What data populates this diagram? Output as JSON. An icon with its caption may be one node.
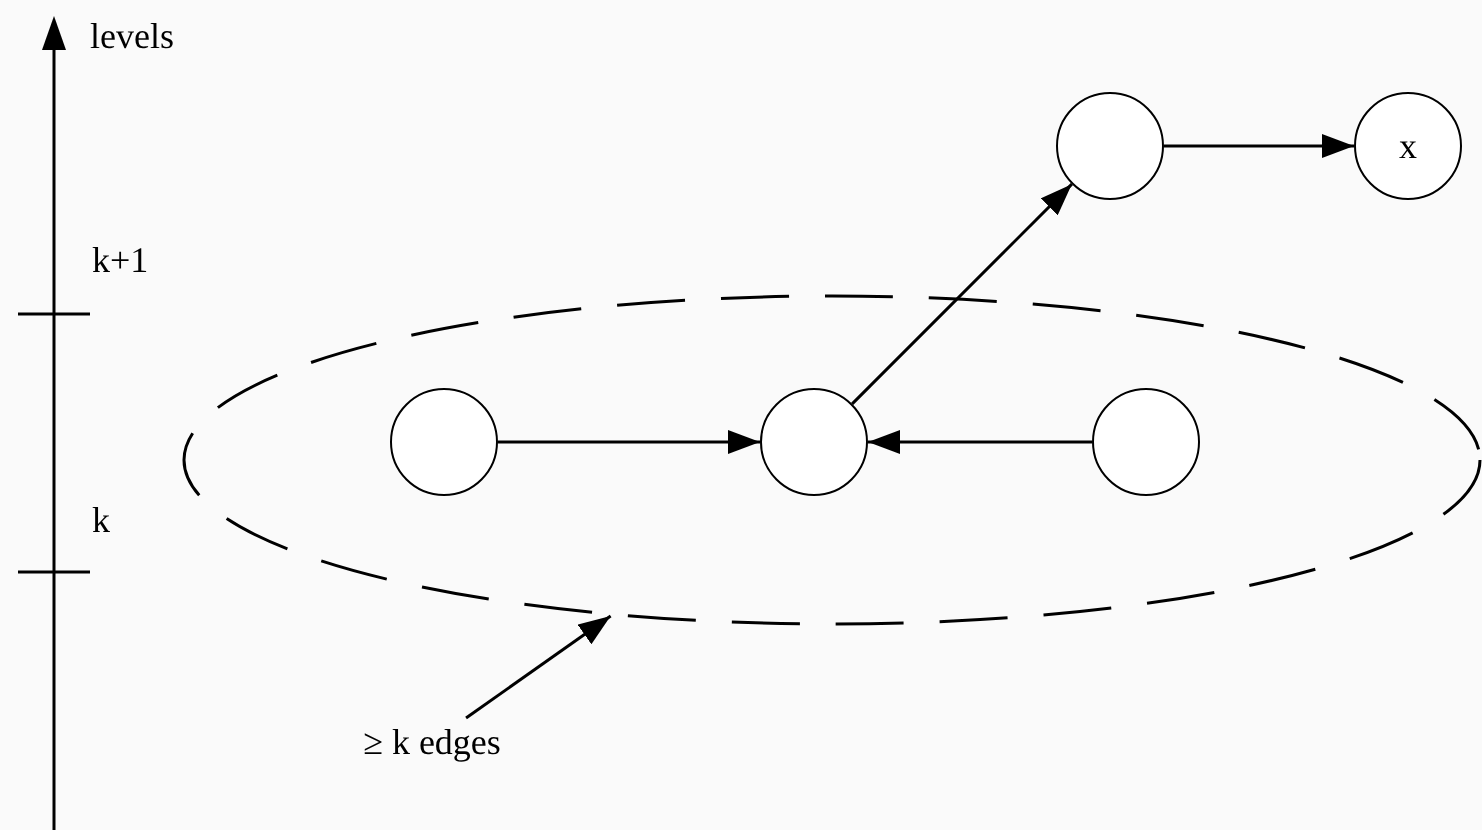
{
  "diagram": {
    "nodes": [
      {
        "text": [],
        "shape": "ellipse"
      },
      {
        "text": [],
        "shape": "circle",
        "in": 0
      },
      {
        "text": [],
        "shape": "circle",
        "in": 0
      },
      {
        "text": [],
        "shape": "circle",
        "in": 0
      },
      {
        "text": [],
        "shape": "circle"
      },
      {
        "text": [
          "x"
        ]
      },
      {
        "text": [
          "≥ k edges"
        ]
      }
    ],
    "edges": [
      {
        "from": 1,
        "to": 2,
        "arrow": "to"
      },
      {
        "from": 3,
        "to": 2,
        "arrow": "to"
      },
      {
        "from": 2,
        "to": 4,
        "arrow": "to"
      },
      {
        "from": 4,
        "to": 5,
        "arrow": "to"
      },
      {
        "from": 6,
        "to": 0,
        "arrow": "to"
      }
    ],
    "labels": [
      "levels",
      "k+1",
      "k"
    ]
  }
}
